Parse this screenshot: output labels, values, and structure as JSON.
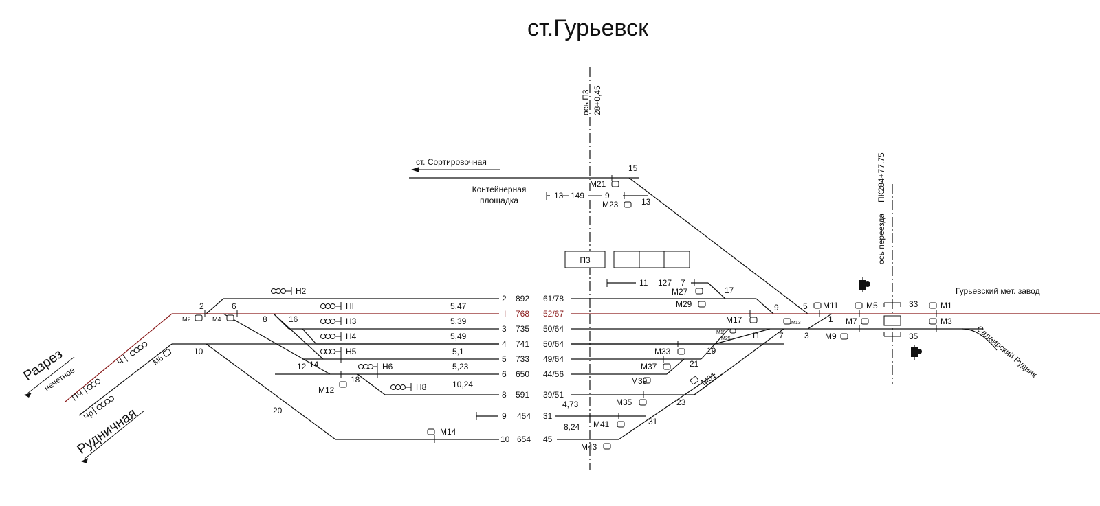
{
  "title": "ст.Гурьевск",
  "axes": {
    "p3_name": "ось П3",
    "p3_pk": "28+0,45",
    "crossing_name": "ось переезда",
    "crossing_pk": "ПК284+77.75"
  },
  "directions": {
    "sortirovochnaya": "ст. Сортировочная",
    "container_line1": "Контейнерная",
    "container_line2": "площадка",
    "razrez": "Разрез",
    "razrez_sub": "нечетное",
    "rudnichnaya": "Рудничная",
    "guryevsky_zavod": "Гурьевский мет. завод",
    "salairsky": "Салаирский Рудник"
  },
  "buildings": {
    "p3": "П3"
  },
  "codes": {
    "pch": "ПЧ",
    "ch": "Ч",
    "chr": "Чр"
  },
  "tracks": [
    {
      "no": "2",
      "len": "892",
      "cap": "61/78",
      "grade": "5,47"
    },
    {
      "no": "I",
      "len": "768",
      "cap": "52/67",
      "grade": ""
    },
    {
      "no": "3",
      "len": "735",
      "cap": "50/64",
      "grade": "5,39"
    },
    {
      "no": "4",
      "len": "741",
      "cap": "50/64",
      "grade": "5,49"
    },
    {
      "no": "5",
      "len": "733",
      "cap": "49/64",
      "grade": "5,1"
    },
    {
      "no": "6",
      "len": "650",
      "cap": "44/56",
      "grade": "5,23"
    },
    {
      "no": "8",
      "len": "591",
      "cap": "39/51",
      "grade": "10,24"
    },
    {
      "no": "9",
      "len": "454",
      "cap": "31",
      "grade": "4,73"
    },
    {
      "no": "10",
      "len": "654",
      "cap": "45",
      "grade": "8,24"
    },
    {
      "no": "11",
      "len": "127",
      "cap": "7",
      "grade": ""
    },
    {
      "no": "13",
      "len": "149",
      "cap": "9",
      "grade": ""
    }
  ],
  "signals": {
    "H2": "Н2",
    "HI": "НI",
    "H3": "Н3",
    "H4": "Н4",
    "H5": "Н5",
    "H6": "Н6",
    "H8": "Н8",
    "M1": "М1",
    "M2": "М2",
    "M3": "М3",
    "M4": "М4",
    "M5": "М5",
    "M6": "М6",
    "M7": "М7",
    "M9": "М9",
    "M11": "М11",
    "M12": "М12",
    "M13": "М13",
    "M14": "М14",
    "M17": "М17",
    "M19": "М19",
    "M21": "М21",
    "M23": "М23",
    "M25": "М25",
    "M27": "М27",
    "M29": "М29",
    "M31": "М31",
    "M33": "М33",
    "M35": "М35",
    "M37": "М37",
    "M39": "М39",
    "M41": "М41",
    "M43": "М43"
  },
  "switches": [
    "1",
    "2",
    "3",
    "5",
    "6",
    "7",
    "8",
    "9",
    "10",
    "11",
    "12",
    "13",
    "14",
    "15",
    "16",
    "17",
    "18",
    "19",
    "20",
    "21",
    "23",
    "31",
    "33",
    "35"
  ]
}
